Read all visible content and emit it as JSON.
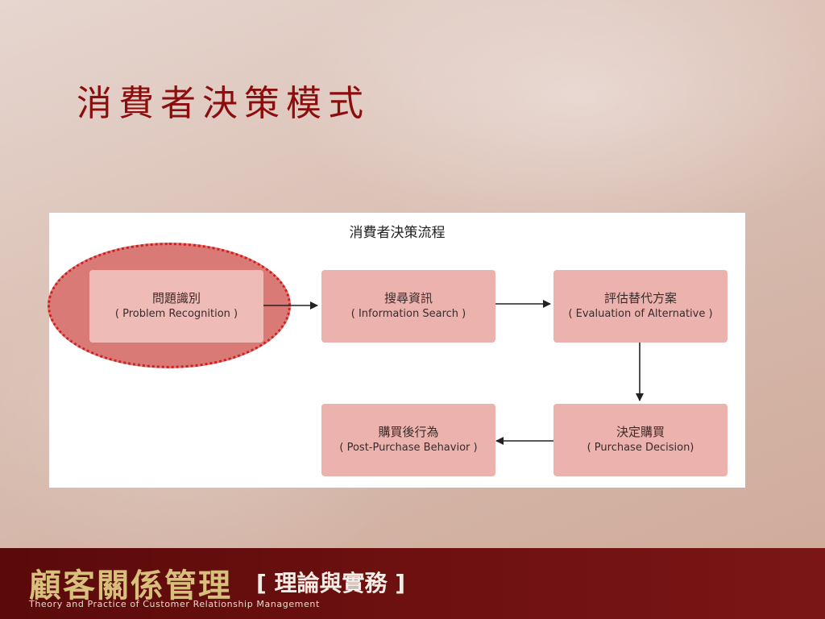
{
  "slide": {
    "title": "消費者決策模式"
  },
  "diagram": {
    "title": "消費者決策流程",
    "steps": [
      {
        "zh": "問題識別",
        "en": "( Problem Recognition )"
      },
      {
        "zh": "搜尋資訊",
        "en": "( Information Search )"
      },
      {
        "zh": "評估替代方案",
        "en": "( Evaluation of Alternative )"
      },
      {
        "zh": "決定購買",
        "en": "( Purchase Decision)"
      },
      {
        "zh": "購買後行為",
        "en": "( Post-Purchase Behavior )"
      }
    ],
    "highlighted_step": "問題識別",
    "colors": {
      "box_fill": "#ecb3ae",
      "highlight_fill": "#d97a76",
      "highlight_outline": "#d01f1f",
      "arrow": "#222222"
    }
  },
  "footer": {
    "title": "顧客關係管理",
    "subtitle": "[ 理論與實務 ]",
    "tagline": "Theory and Practice of Customer Relationship Management"
  }
}
